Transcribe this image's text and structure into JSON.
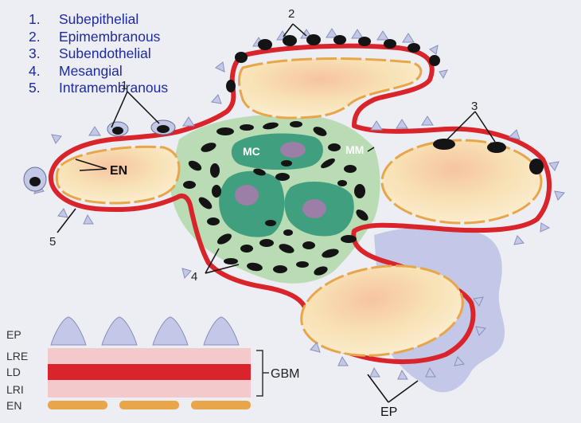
{
  "legend": {
    "items": [
      {
        "number": "1.",
        "label": "Subepithelial"
      },
      {
        "number": "2.",
        "label": "Epimembranous"
      },
      {
        "number": "3.",
        "label": "Subendothelial"
      },
      {
        "number": "4.",
        "label": "Mesangial"
      },
      {
        "number": "5.",
        "label": "Intramembranous"
      }
    ]
  },
  "diagram_labels": {
    "callout_1": "1",
    "callout_2": "2",
    "callout_3": "3",
    "callout_4": "4",
    "callout_5": "5",
    "endothelium": "EN",
    "mesangial_cell": "MC",
    "mesangial_matrix": "MM",
    "epithelium": "EP"
  },
  "inset": {
    "layers": [
      "EP",
      "LRE",
      "LD",
      "LRI",
      "EN"
    ],
    "bracket_label": "GBM"
  },
  "colors": {
    "legend_text": "#1e2aa0",
    "gbm_lamina_densa": "#d8242a",
    "lamina_rara": "#f3c9cb",
    "epithelium": "#c3c8e8",
    "endothelium": "#e8a64a",
    "mesangium": "#b9dcb5",
    "mesangial_cell": "#3f9f7f",
    "capillary_lumen": "#f8e0b0",
    "deposit": "#141414"
  }
}
